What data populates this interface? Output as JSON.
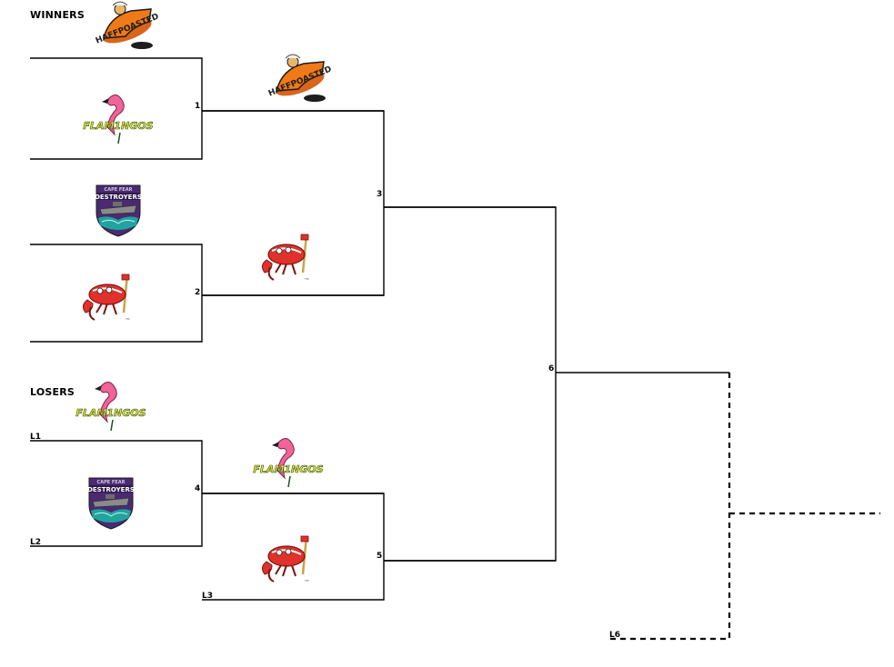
{
  "headers": {
    "winners": "WINNERS",
    "losers": "LOSERS"
  },
  "game_numbers": {
    "g1": "1",
    "g2": "2",
    "g3": "3",
    "g4": "4",
    "g5": "5",
    "g6": "6"
  },
  "loser_slots": {
    "l1": "L1",
    "l2": "L2",
    "l3": "L3",
    "l6": "L6"
  },
  "teams": {
    "upton": {
      "logo_text": "HAFFPOASTED",
      "colors": {
        "primary": "#f07a18",
        "dark": "#1d1d1d",
        "accent": "#e8b66b"
      }
    },
    "flamingos": {
      "logo_text": "FLAM1NGOS",
      "colors": {
        "pink": "#f0649a",
        "text": "#f5e51e",
        "stroke": "#1f4f2a"
      }
    },
    "destroyers": {
      "logo_text": "DESTROYERS",
      "logo_top": "CAPE FEAR",
      "colors": {
        "purple": "#4a2a72",
        "teal": "#1fa59e",
        "grey": "#8a8a8a"
      }
    },
    "lobsters": {
      "colors": {
        "red": "#e0312c",
        "dark": "#7d1510",
        "stick": "#c8a24a"
      }
    }
  },
  "icons": [
    "haffpoasted-logo",
    "flamingos-logo",
    "destroyers-logo",
    "lobster-logo"
  ]
}
